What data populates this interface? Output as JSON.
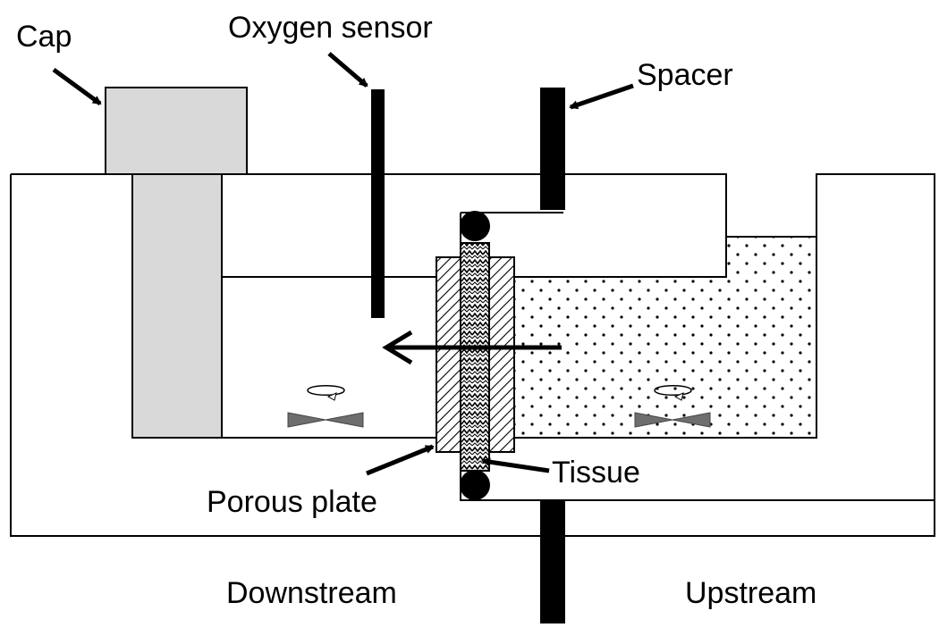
{
  "labels": {
    "cap": "Cap",
    "oxygen_sensor": "Oxygen sensor",
    "spacer": "Spacer",
    "tissue": "Tissue",
    "porous_plate": "Porous plate",
    "downstream": "Downstream",
    "upstream": "Upstream"
  },
  "icons": {
    "stirrer_left": "magnetic-stirrer-icon",
    "stirrer_right": "magnetic-stirrer-icon",
    "flow_arrow": "arrow-left-icon"
  },
  "colors": {
    "outline": "#000000",
    "cap_fill": "#d9d9d9",
    "stirrer_fill": "#6e6e6e",
    "background": "#ffffff"
  }
}
